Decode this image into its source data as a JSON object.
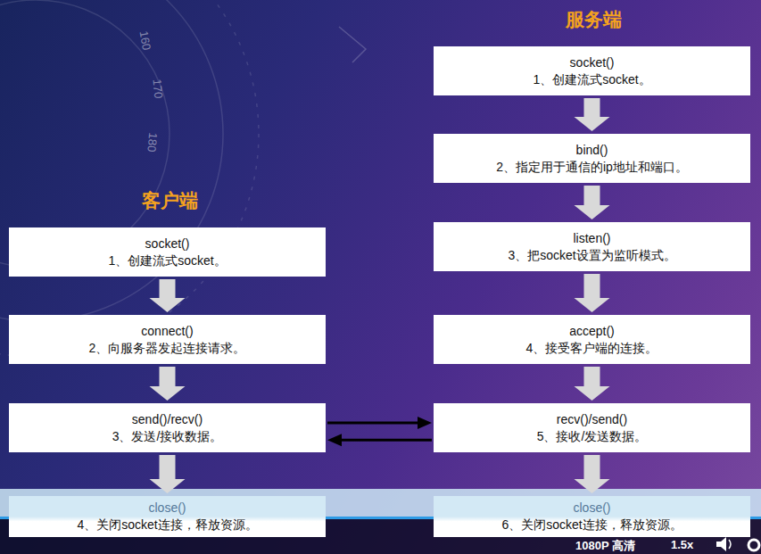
{
  "diagram": {
    "nodes": [
      {
        "text": [
          "socket()",
          "1、创建流式socket。"
        ]
      },
      {
        "text": [
          "connect()",
          "2、向服务器发起连接请求。"
        ]
      },
      {
        "text": [
          "send()/recv()",
          "3、发送/接收数据。"
        ]
      },
      {
        "text": [
          "close()",
          "4、关闭socket连接，释放资源。"
        ]
      },
      {
        "text": [
          "socket()",
          "1、创建流式socket。"
        ]
      },
      {
        "text": [
          "bind()",
          "2、指定用于通信的ip地址和端口。"
        ]
      },
      {
        "text": [
          "listen()",
          "3、把socket设置为监听模式。"
        ]
      },
      {
        "text": [
          "accept()",
          "4、接受客户端的连接。"
        ]
      },
      {
        "text": [
          "recv()/send()",
          "5、接收/发送数据。"
        ]
      },
      {
        "text": [
          "close()",
          "6、关闭socket连接，释放资源。"
        ]
      }
    ],
    "edges": [
      {
        "from": 0,
        "to": 1,
        "arrow": "to"
      },
      {
        "from": 1,
        "to": 2,
        "arrow": "to"
      },
      {
        "from": 2,
        "to": 3,
        "arrow": "to"
      },
      {
        "from": 4,
        "to": 5,
        "arrow": "to"
      },
      {
        "from": 5,
        "to": 6,
        "arrow": "to"
      },
      {
        "from": 6,
        "to": 7,
        "arrow": "to"
      },
      {
        "from": 7,
        "to": 8,
        "arrow": "to"
      },
      {
        "from": 8,
        "to": 9,
        "arrow": "to"
      },
      {
        "from": 2,
        "to": 8,
        "arrow": "to"
      },
      {
        "from": 8,
        "to": 2,
        "arrow": "to"
      }
    ],
    "labels": [
      "服务端",
      "客户端",
      "160",
      "170",
      "180",
      "1080P 高清",
      "1.5x"
    ]
  }
}
